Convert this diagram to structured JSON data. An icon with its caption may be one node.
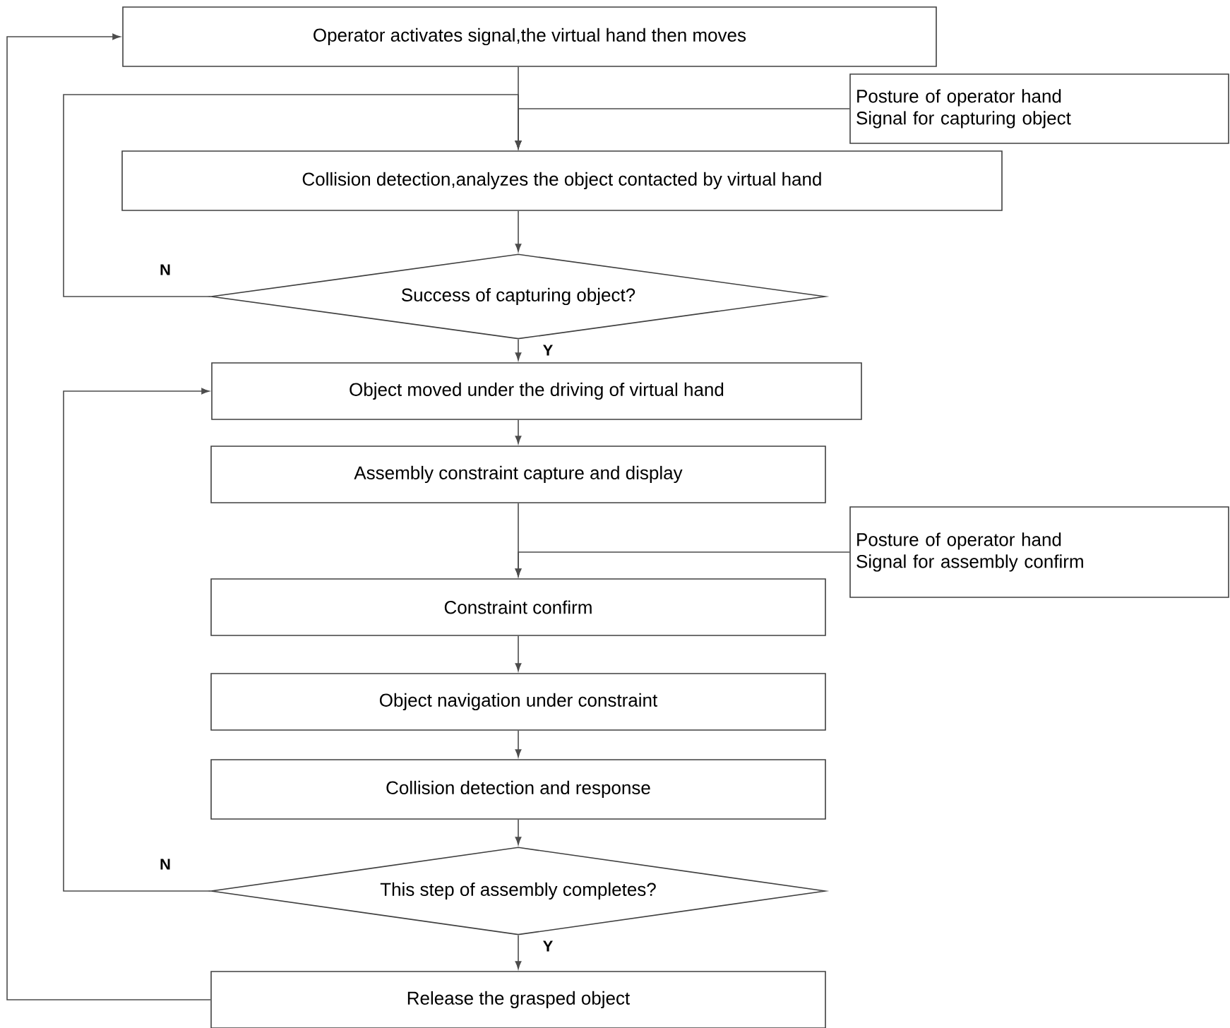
{
  "diagram": {
    "nodes": [
      {
        "text": [
          "Operator activates signal,the virtual hand then moves"
        ]
      },
      {
        "text": [
          "Posture of operator hand",
          "Signal for capturing object"
        ]
      },
      {
        "text": [
          "Collision detection,analyzes the object contacted by virtual hand"
        ]
      },
      {
        "text": [
          "Success of capturing object?"
        ]
      },
      {
        "text": [
          "Object moved under the driving of virtual hand"
        ]
      },
      {
        "text": [
          "Assembly constraint capture and display"
        ]
      },
      {
        "text": [
          "Posture of operator hand",
          "Signal for assembly confirm"
        ]
      },
      {
        "text": [
          "Constraint confirm"
        ]
      },
      {
        "text": [
          "Object navigation under constraint"
        ]
      },
      {
        "text": [
          "Collision detection and response"
        ]
      },
      {
        "text": [
          "This step of assembly completes?"
        ]
      },
      {
        "text": [
          "Release the grasped object"
        ]
      }
    ],
    "edges": [
      {
        "from": 0,
        "to": 2,
        "arrow": "to"
      },
      {
        "from": 1,
        "to": 2,
        "arrow": "to"
      },
      {
        "from": 3,
        "to": 2,
        "arrow": "to",
        "label": "N"
      },
      {
        "from": 2,
        "to": 3,
        "arrow": "to"
      },
      {
        "from": 3,
        "to": 4,
        "arrow": "to",
        "label": "Y"
      },
      {
        "from": 4,
        "to": 5,
        "arrow": "to"
      },
      {
        "from": 5,
        "to": 7,
        "arrow": "to"
      },
      {
        "from": 6,
        "to": 7,
        "arrow": "to"
      },
      {
        "from": 7,
        "to": 8,
        "arrow": "to"
      },
      {
        "from": 8,
        "to": 9,
        "arrow": "to"
      },
      {
        "from": 9,
        "to": 10,
        "arrow": "to"
      },
      {
        "from": 10,
        "to": 4,
        "arrow": "to",
        "label": "N"
      },
      {
        "from": 10,
        "to": 11,
        "arrow": "to",
        "label": "Y"
      },
      {
        "from": 11,
        "to": 0,
        "arrow": "to"
      }
    ]
  }
}
